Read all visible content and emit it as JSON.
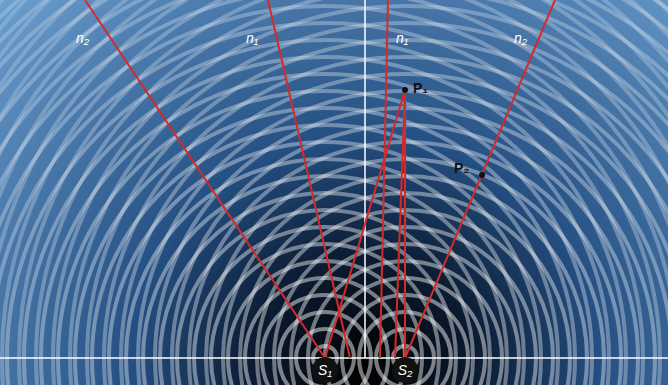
{
  "diagram": {
    "labels": [
      "n₂",
      "n₁",
      "n₁",
      "n₂",
      "P₁",
      "P₂",
      "S₁",
      "S₂"
    ]
  }
}
